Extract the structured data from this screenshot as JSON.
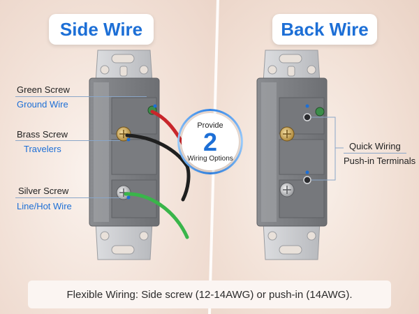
{
  "titles": {
    "left": "Side Wire",
    "right": "Back Wire"
  },
  "left_labels": {
    "green_screw": "Green Screw",
    "ground_wire": "Ground Wire",
    "brass_screw": "Brass Screw",
    "travelers": "Travelers",
    "silver_screw": "Silver Screw",
    "line_hot_wire": "Line/Hot Wire"
  },
  "right_labels": {
    "quick_wiring": "Quick Wiring",
    "push_in_terminals": "Push-in Terminals"
  },
  "badge": {
    "top": "Provide",
    "number": "2",
    "bottom": "Wiring Options"
  },
  "caption": "Flexible Wiring: Side screw (12-14AWG) or push-in (14AWG).",
  "colors": {
    "accent_blue": "#1d6fd6",
    "wire_red": "#c8262b",
    "wire_black": "#1f1f1f",
    "wire_green": "#39b54a",
    "switch_gray": "#7d7f83",
    "strap_silver": "#c9cbcf",
    "brass": "#c9a253"
  }
}
